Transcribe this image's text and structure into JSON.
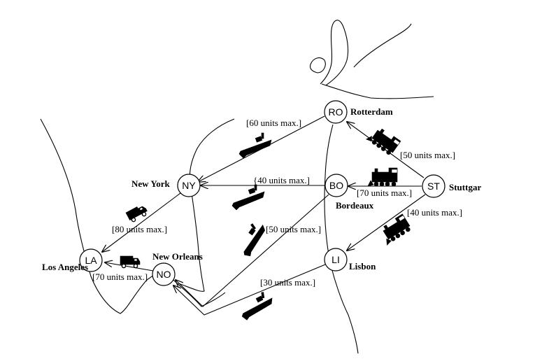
{
  "nodes": {
    "ro": {
      "abbr": "RO",
      "city": "Rotterdam"
    },
    "bo": {
      "abbr": "BO",
      "city": "Bordeaux"
    },
    "st": {
      "abbr": "ST",
      "city": "Stuttgar"
    },
    "li": {
      "abbr": "LI",
      "city": "Lisbon"
    },
    "ny": {
      "abbr": "NY",
      "city": "New York"
    },
    "no": {
      "abbr": "NO",
      "city": "New Orleans"
    },
    "la": {
      "abbr": "LA",
      "city": "Los Angeles"
    }
  },
  "edges": {
    "ro_ny": {
      "capacity": "[60 units max.]",
      "vehicle": "ship-icon"
    },
    "bo_ny": {
      "capacity": "{40 units max.]",
      "vehicle": "ship-icon"
    },
    "bo_no": {
      "capacity": "[50 units max.]",
      "vehicle": "ship-icon"
    },
    "li_no": {
      "capacity": "[30 units max.]",
      "vehicle": "ship-icon"
    },
    "st_ro": {
      "capacity": "[50 units max.]",
      "vehicle": "train-icon"
    },
    "st_bo": {
      "capacity": "[70 units max.]",
      "vehicle": "train-icon"
    },
    "st_li": {
      "capacity": "[40 units max.]",
      "vehicle": "train-icon"
    },
    "ny_la": {
      "capacity": "[80 units max.]",
      "vehicle": "truck-icon"
    },
    "no_la": {
      "capacity": "[70 units max.]",
      "vehicle": "truck-icon"
    }
  }
}
